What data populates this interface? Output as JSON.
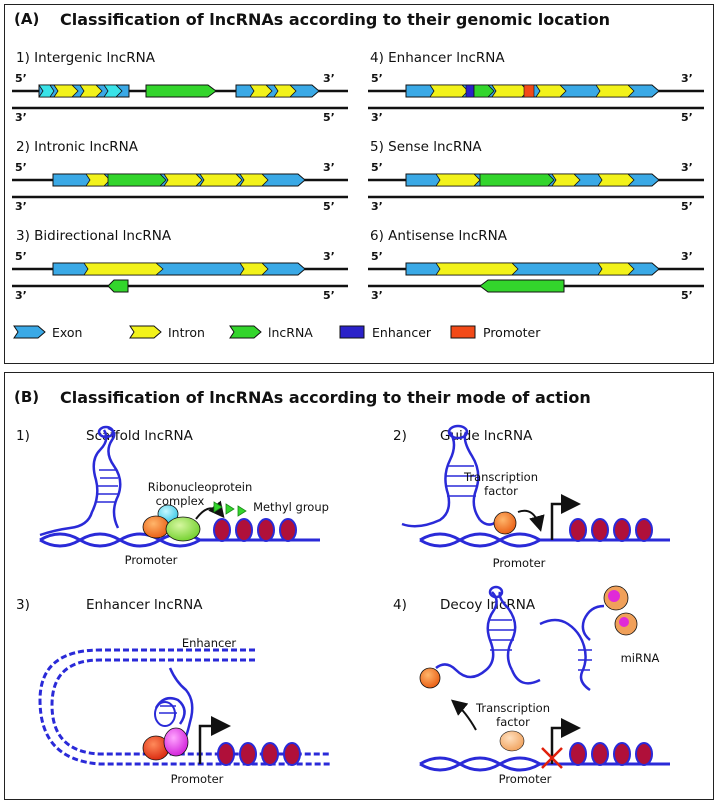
{
  "panel_a": {
    "label": "(A)",
    "title": "Classification of lncRNAs according to their genomic location",
    "rows": [
      {
        "title": "1) Intergenic lncRNA"
      },
      {
        "title": "2) Intronic lncRNA"
      },
      {
        "title": "3) Bidirectional lncRNA"
      },
      {
        "title": "4) Enhancer lncRNA"
      },
      {
        "title": "5) Sense lncRNA"
      },
      {
        "title": "6) Antisense lncRNA"
      }
    ],
    "strand_ends": {
      "five": "5’",
      "three": "3’"
    },
    "legend": [
      {
        "label": "Exon",
        "color": "#3aa9e6"
      },
      {
        "label": "Intron",
        "color": "#f2f21a"
      },
      {
        "label": "lncRNA",
        "color": "#33d52c"
      },
      {
        "label": "Enhancer",
        "color": "#2b22c9"
      },
      {
        "label": "Promoter",
        "color": "#f24a18"
      }
    ]
  },
  "panel_b": {
    "label": "(B)",
    "title": "Classification of lncRNAs according to their mode of action",
    "sections": [
      {
        "number": "1)",
        "title": "Scaffold lncRNA"
      },
      {
        "number": "2)",
        "title": "Guide lncRNA"
      },
      {
        "number": "3)",
        "title": "Enhancer lncRNA"
      },
      {
        "number": "4)",
        "title": "Decoy lncRNA"
      }
    ],
    "labels": {
      "rnp_complex_line1": "Ribonucleoprotein",
      "rnp_complex_line2": "complex",
      "methyl_group": "Methyl group",
      "promoter": "Promoter",
      "transcription_factor_line1": "Transcription",
      "transcription_factor_line2": "factor",
      "enhancer": "Enhancer",
      "mirna": "miRNA"
    }
  }
}
